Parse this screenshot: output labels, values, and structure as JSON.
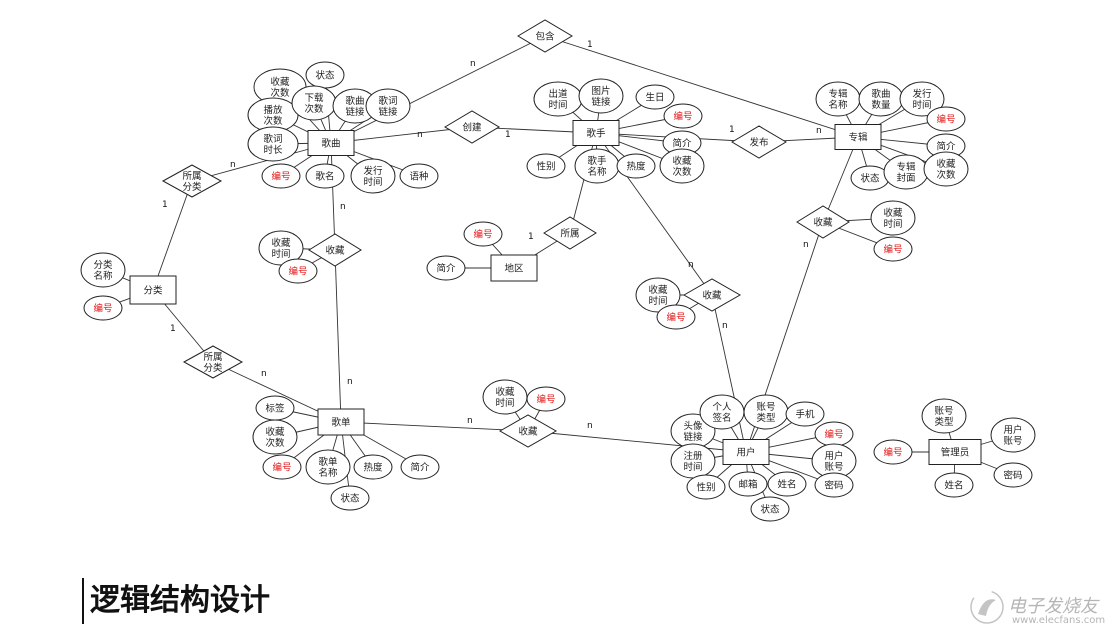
{
  "diagram": {
    "entities": [
      {
        "id": "song",
        "label": "歌曲"
      },
      {
        "id": "singer",
        "label": "歌手"
      },
      {
        "id": "album",
        "label": "专辑"
      },
      {
        "id": "category",
        "label": "分类"
      },
      {
        "id": "region",
        "label": "地区"
      },
      {
        "id": "playlist",
        "label": "歌单"
      },
      {
        "id": "user",
        "label": "用户"
      },
      {
        "id": "admin",
        "label": "管理员"
      }
    ],
    "relationships": [
      {
        "id": "contain",
        "label": "包含"
      },
      {
        "id": "create",
        "label": "创建"
      },
      {
        "id": "publish",
        "label": "发布"
      },
      {
        "id": "song_cat",
        "label": "所属分类"
      },
      {
        "id": "fav_song",
        "label": "收藏"
      },
      {
        "id": "belong_region",
        "label": "所属"
      },
      {
        "id": "fav_singer",
        "label": "收藏"
      },
      {
        "id": "fav_album",
        "label": "收藏"
      },
      {
        "id": "pl_cat",
        "label": "所属分类"
      },
      {
        "id": "fav_pl",
        "label": "收藏"
      }
    ],
    "attributes": [
      {
        "id": "a_song_fav",
        "label": "收藏次数",
        "red": false
      },
      {
        "id": "a_song_status",
        "label": "状态",
        "red": false
      },
      {
        "id": "a_song_play",
        "label": "播放次数",
        "red": false
      },
      {
        "id": "a_song_dl",
        "label": "下载次数",
        "red": false
      },
      {
        "id": "a_song_link",
        "label": "歌曲链接",
        "red": false
      },
      {
        "id": "a_song_lyric",
        "label": "歌词链接",
        "red": false
      },
      {
        "id": "a_song_dur",
        "label": "歌词时长",
        "red": false
      },
      {
        "id": "a_song_id",
        "label": "编号",
        "red": true
      },
      {
        "id": "a_song_name",
        "label": "歌名",
        "red": false
      },
      {
        "id": "a_song_rel",
        "label": "发行时间",
        "red": false
      },
      {
        "id": "a_song_lang",
        "label": "语种",
        "red": false
      },
      {
        "id": "a_si_debut",
        "label": "出道时间",
        "red": false
      },
      {
        "id": "a_si_pic",
        "label": "图片链接",
        "red": false
      },
      {
        "id": "a_si_bday",
        "label": "生日",
        "red": false
      },
      {
        "id": "a_si_id",
        "label": "编号",
        "red": true
      },
      {
        "id": "a_si_intro",
        "label": "简介",
        "red": false
      },
      {
        "id": "a_si_gender",
        "label": "性别",
        "red": false
      },
      {
        "id": "a_si_name",
        "label": "歌手名称",
        "red": false
      },
      {
        "id": "a_si_hot",
        "label": "热度",
        "red": false
      },
      {
        "id": "a_si_fav",
        "label": "收藏次数",
        "red": false
      },
      {
        "id": "a_al_name",
        "label": "专辑名称",
        "red": false
      },
      {
        "id": "a_al_cnt",
        "label": "歌曲数量",
        "red": false
      },
      {
        "id": "a_al_rel",
        "label": "发行时间",
        "red": false
      },
      {
        "id": "a_al_id",
        "label": "编号",
        "red": true
      },
      {
        "id": "a_al_intro",
        "label": "简介",
        "red": false
      },
      {
        "id": "a_al_status",
        "label": "状态",
        "red": false
      },
      {
        "id": "a_al_cover",
        "label": "专辑封面",
        "red": false
      },
      {
        "id": "a_al_fav",
        "label": "收藏次数",
        "red": false
      },
      {
        "id": "a_fa_time",
        "label": "收藏时间",
        "red": false
      },
      {
        "id": "a_fa_id",
        "label": "编号",
        "red": true
      },
      {
        "id": "a_fs_time",
        "label": "收藏时间",
        "red": false
      },
      {
        "id": "a_fs_id",
        "label": "编号",
        "red": true
      },
      {
        "id": "a_rg_id",
        "label": "编号",
        "red": true
      },
      {
        "id": "a_rg_intro",
        "label": "简介",
        "red": false
      },
      {
        "id": "a_fsi_time",
        "label": "收藏时间",
        "red": false
      },
      {
        "id": "a_fsi_id",
        "label": "编号",
        "red": true
      },
      {
        "id": "a_cat_name",
        "label": "分类名称",
        "red": false
      },
      {
        "id": "a_cat_id",
        "label": "编号",
        "red": true
      },
      {
        "id": "a_pl_tag",
        "label": "标签",
        "red": false
      },
      {
        "id": "a_pl_fav",
        "label": "收藏次数",
        "red": false
      },
      {
        "id": "a_pl_id",
        "label": "编号",
        "red": true
      },
      {
        "id": "a_pl_name",
        "label": "歌单名称",
        "red": false
      },
      {
        "id": "a_pl_hot",
        "label": "热度",
        "red": false
      },
      {
        "id": "a_pl_intro",
        "label": "简介",
        "red": false
      },
      {
        "id": "a_pl_status",
        "label": "状态",
        "red": false
      },
      {
        "id": "a_fp_time",
        "label": "收藏时间",
        "red": false
      },
      {
        "id": "a_fp_id",
        "label": "编号",
        "red": true
      },
      {
        "id": "a_us_avatar",
        "label": "头像链接",
        "red": false
      },
      {
        "id": "a_us_sig",
        "label": "个人签名",
        "red": false
      },
      {
        "id": "a_us_type",
        "label": "账号类型",
        "red": false
      },
      {
        "id": "a_us_phone",
        "label": "手机",
        "red": false
      },
      {
        "id": "a_us_id",
        "label": "编号",
        "red": true
      },
      {
        "id": "a_us_reg",
        "label": "注册时间",
        "red": false
      },
      {
        "id": "a_us_acct",
        "label": "用户账号",
        "red": false
      },
      {
        "id": "a_us_gender",
        "label": "性别",
        "red": false
      },
      {
        "id": "a_us_mail",
        "label": "邮箱",
        "red": false
      },
      {
        "id": "a_us_name",
        "label": "姓名",
        "red": false
      },
      {
        "id": "a_us_pwd",
        "label": "密码",
        "red": false
      },
      {
        "id": "a_us_status",
        "label": "状态",
        "red": false
      },
      {
        "id": "a_ad_type",
        "label": "账号类型",
        "red": false
      },
      {
        "id": "a_ad_acct",
        "label": "用户账号",
        "red": false
      },
      {
        "id": "a_ad_id",
        "label": "编号",
        "red": true
      },
      {
        "id": "a_ad_pwd",
        "label": "密码",
        "red": false
      },
      {
        "id": "a_ad_name",
        "label": "姓名",
        "red": false
      }
    ],
    "connections": [
      {
        "a": "contain",
        "b": "song",
        "card": "n"
      },
      {
        "a": "contain",
        "b": "album",
        "card": "1"
      },
      {
        "a": "create",
        "b": "song",
        "card": "n"
      },
      {
        "a": "create",
        "b": "singer",
        "card": "1"
      },
      {
        "a": "publish",
        "b": "singer",
        "card": "1"
      },
      {
        "a": "publish",
        "b": "album",
        "card": "n"
      },
      {
        "a": "song_cat",
        "b": "song",
        "card": "n"
      },
      {
        "a": "song_cat",
        "b": "category",
        "card": "1"
      },
      {
        "a": "fav_song",
        "b": "song",
        "card": "n"
      },
      {
        "a": "fav_song",
        "b": "playlist",
        "card": "n"
      },
      {
        "a": "belong_region",
        "b": "region",
        "card": "1"
      },
      {
        "a": "belong_region",
        "b": "singer",
        "card": ""
      },
      {
        "a": "fav_singer",
        "b": "singer",
        "card": "n"
      },
      {
        "a": "fav_singer",
        "b": "user",
        "card": "n"
      },
      {
        "a": "fav_album",
        "b": "album",
        "card": ""
      },
      {
        "a": "fav_album",
        "b": "user",
        "card": "n"
      },
      {
        "a": "pl_cat",
        "b": "category",
        "card": "1"
      },
      {
        "a": "pl_cat",
        "b": "playlist",
        "card": "n"
      },
      {
        "a": "fav_pl",
        "b": "playlist",
        "card": "n"
      },
      {
        "a": "fav_pl",
        "b": "user",
        "card": "n"
      }
    ]
  },
  "heading": "逻辑结构设计",
  "watermark": {
    "name": "电子发烧友",
    "url": "www.elecfans.com"
  }
}
